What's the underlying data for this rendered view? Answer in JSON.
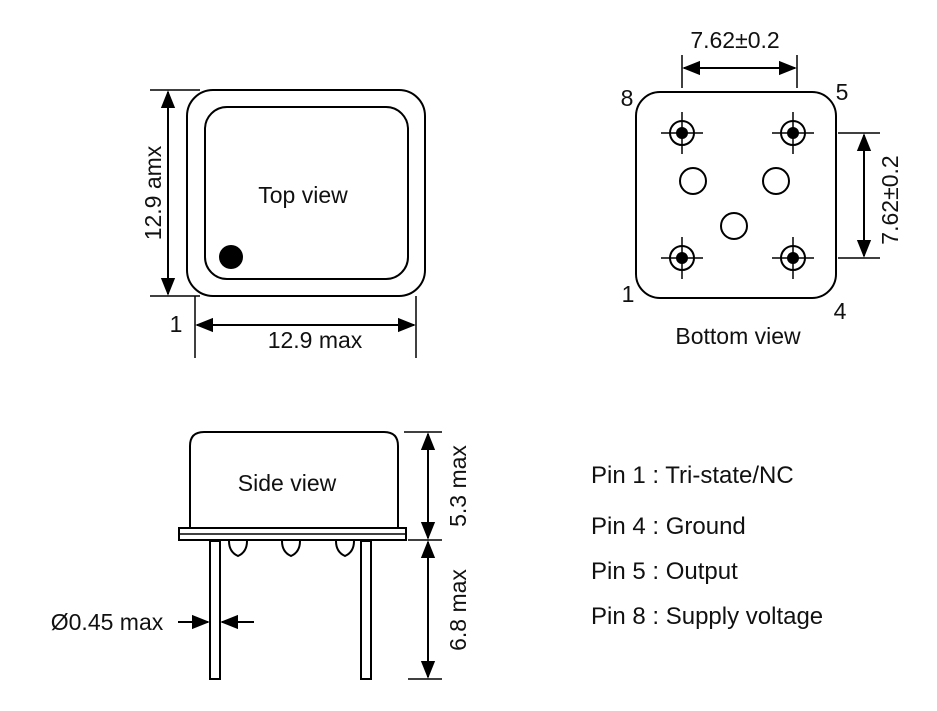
{
  "top_view": {
    "title": "Top view",
    "height_label": "12.9 amx",
    "width_label": "12.9 max",
    "pin1_label": "1"
  },
  "bottom_view": {
    "title": "Bottom view",
    "pitch_top_label": "7.62±0.2",
    "pitch_right_label": "7.62±0.2",
    "corner_labels": {
      "top_left": "8",
      "top_right": "5",
      "bottom_left": "1",
      "bottom_right": "4"
    }
  },
  "side_view": {
    "title": "Side view",
    "body_height_label": "5.3 max",
    "lead_length_label": "6.8 max",
    "lead_diameter_label": "Ø0.45 max"
  },
  "pin_list": [
    "Pin 1 : Tri-state/NC",
    "Pin 4 : Ground",
    "Pin 5 : Output",
    "Pin 8 : Supply voltage"
  ]
}
